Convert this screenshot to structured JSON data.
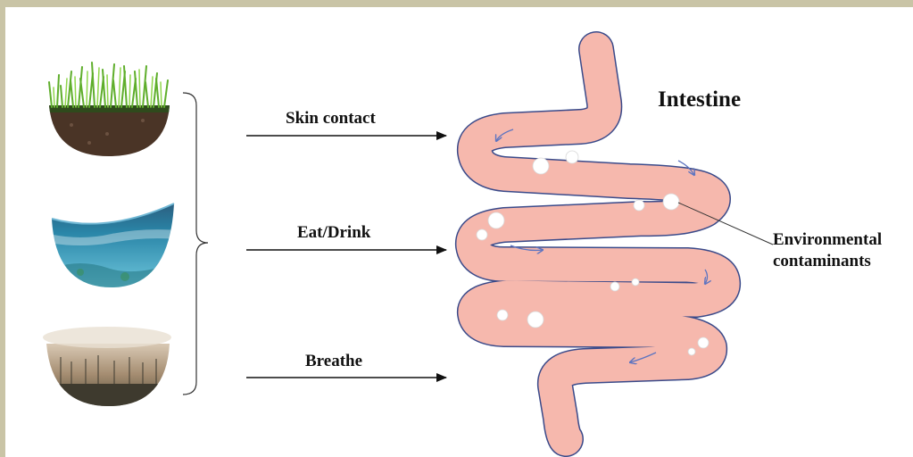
{
  "sources": [
    {
      "name": "soil",
      "icon": "soil-grass-icon"
    },
    {
      "name": "water",
      "icon": "water-ocean-icon"
    },
    {
      "name": "air",
      "icon": "smog-air-icon"
    }
  ],
  "routes": {
    "skin_contact": "Skin contact",
    "eat_drink": "Eat/Drink",
    "breathe": "Breathe"
  },
  "organ": {
    "title": "Intestine",
    "contaminants_line1": "Environmental",
    "contaminants_line2": "contaminants"
  },
  "colors": {
    "intestine_fill": "#f6b8ad",
    "intestine_outline": "#3a4a8a",
    "flow_arrows": "#5d74c0",
    "arrow": "#111111"
  }
}
